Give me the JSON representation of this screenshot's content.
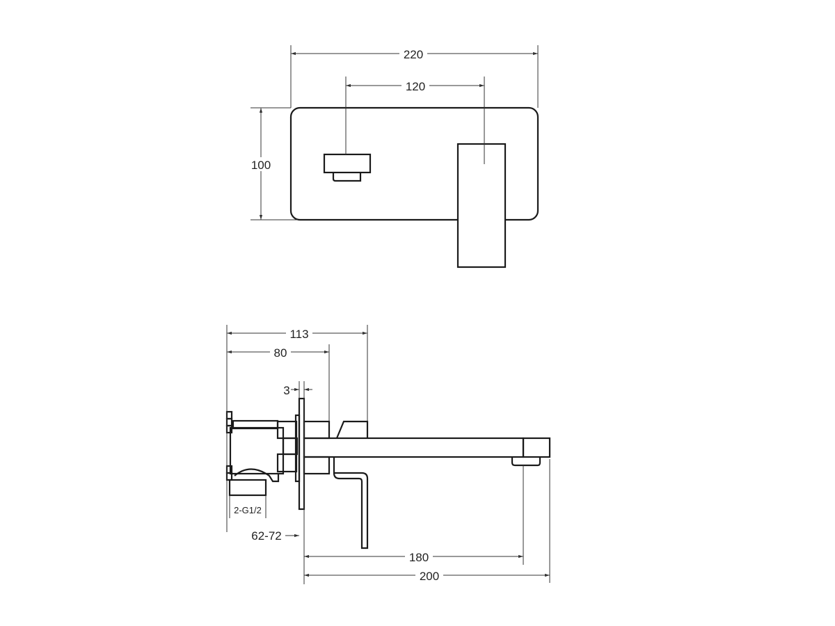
{
  "top_view": {
    "dims": {
      "overall_width": "220",
      "outlet_handle_spacing": "120",
      "plate_height": "100"
    }
  },
  "side_view": {
    "dims": {
      "total_depth": "113",
      "body_depth": "80",
      "plate_thickness": "3",
      "wall_depth_range": "62-72",
      "spout_projection": "180",
      "overall_projection": "200"
    },
    "inlet_label": "2-G1/2"
  },
  "colors": {
    "line": "#1a1a1a",
    "background": "#ffffff"
  }
}
